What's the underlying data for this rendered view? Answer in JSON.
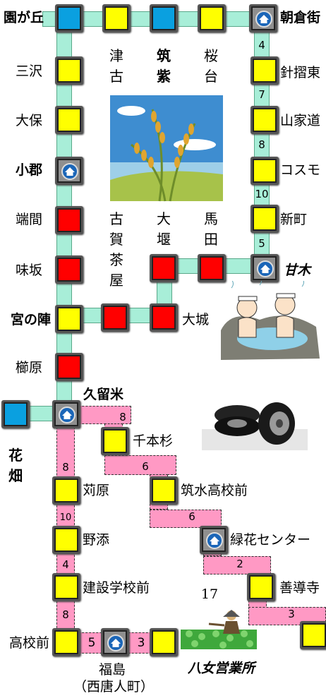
{
  "stations": {
    "hanazonogaoka": "園が丘",
    "asakura": "朝倉街",
    "misawa": "三沢",
    "harisuri": "針摺東",
    "ooho": "大保",
    "yamaie": "山家道",
    "ogoori": "小郡",
    "cosmos": "コスモ",
    "hashima": "端間",
    "shinmachi": "新町",
    "ajisaka": "味坂",
    "amagi": "甘木",
    "miyanojin": "宮の陣",
    "ooshiro": "大城",
    "kushihara": "櫛原",
    "kurume": "久留米",
    "senbonsugi": "千本杉",
    "karihara": "苅原",
    "chikusui": "筑水高校前",
    "nozoe": "野添",
    "ryokka": "緑花センター",
    "kensetsu": "建設学校前",
    "zendoji": "善導寺",
    "koukoumae": "高校前",
    "fukushima": "福島",
    "fukushima_sub": "（西唐人町）",
    "yame": "八女営業所"
  },
  "vertical_labels": {
    "tsuko": "津古",
    "chikushi": "筑紫",
    "sakuradai": "桜台",
    "koga": "古賀茶屋",
    "oozeki": "大堰",
    "mata": "馬田",
    "hanabatake": "花畑"
  },
  "distances": {
    "d_asakura_harisuri": "4",
    "d_harisuri_yamaie": "7",
    "d_yamaie_cosmos": "8",
    "d_cosmos_shinmachi": "10",
    "d_shinmachi_amagi": "5",
    "d_kurume_senbon": "8",
    "d_senbon_chikusui": "6",
    "d_chikusui_ryokka": "6",
    "d_ryokka_zendoji": "2",
    "d_zendoji_yame": "3",
    "d_kurume_karihara": "8",
    "d_karihara_nozoe": "10",
    "d_nozoe_kensetsu": "4",
    "d_kensetsu_koukou": "8",
    "d_koukou_fukushima": "5",
    "d_fukushima_yame": "3",
    "page_number": "17"
  },
  "colors": {
    "track_green": "#a8eed8",
    "track_pink": "#ff99c4",
    "square_yellow": "#ffff00",
    "square_red": "#ff0000",
    "square_blue": "#0aa0e0",
    "home_icon": "#1b66b8"
  },
  "icons": [
    "home-icon",
    "rice-field-illustration",
    "hot-spring-illustration",
    "tires-illustration",
    "tea-picking-illustration"
  ]
}
